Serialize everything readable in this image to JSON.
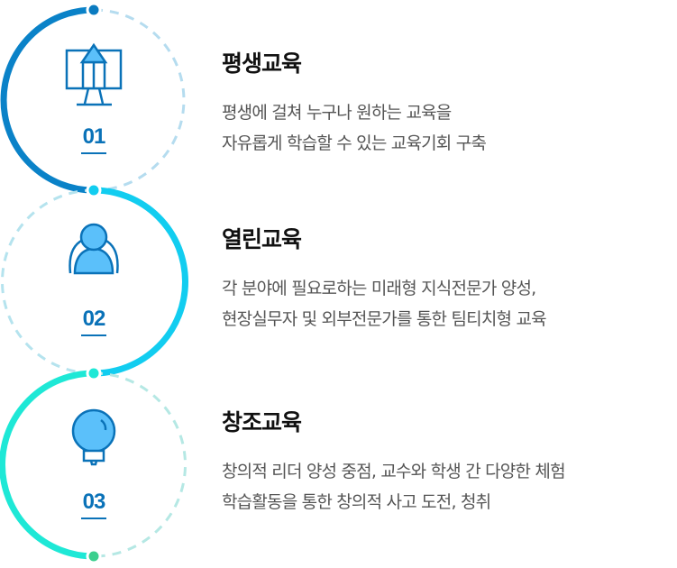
{
  "items": [
    {
      "number": "01",
      "icon": "monitor-pencil-icon",
      "title": "평생교육",
      "lines": [
        "평생에 걸쳐 누구나 원하는 교육을",
        "자유롭게 학습할 수 있는 교육기회 구축"
      ],
      "color": "#0a82c8",
      "dash": "#b5dcef"
    },
    {
      "number": "02",
      "icon": "people-icon",
      "title": "열린교육",
      "lines": [
        "각 분야에 필요로하는 미래형 지식전문가 양성,",
        "현장실무자 및 외부전문가를 통한 팀티치형 교육"
      ],
      "color": "#12cdf0",
      "dash": "#b5e3ee"
    },
    {
      "number": "03",
      "icon": "lightbulb-icon",
      "title": "창조교육",
      "lines": [
        "창의적 리더 양성 중점, 교수와 학생 간 다양한 체험",
        "학습활동을 통한 창의적 사고 도전, 청취"
      ],
      "color": "#1ee8d6",
      "dash": "#b5e8e4"
    }
  ],
  "dot_colors": {
    "start": "#0a7bc0",
    "end": "#3ccf8e"
  }
}
